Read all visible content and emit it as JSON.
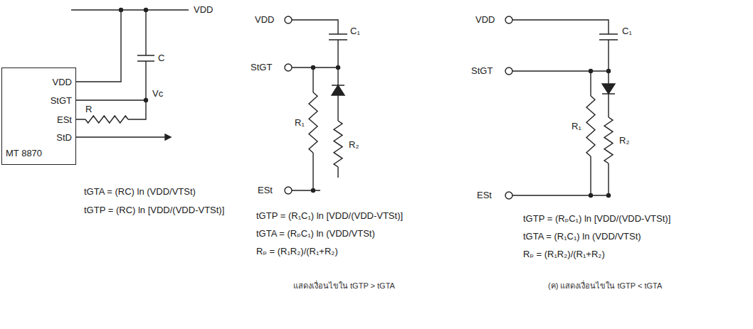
{
  "diagram": {
    "nodes": [
      {
        "text": [
          "VDD",
          "StGT",
          "ESt",
          "StD",
          "MT 8870"
        ]
      }
    ],
    "labels": [
      "VDD",
      "C",
      "Vc",
      "R",
      "tGTA = (RC) ln (VDD/VTSt)",
      "tGTP = (RC) ln [VDD/(VDD-VTSt)]",
      "VDD",
      "C₁",
      "StGT",
      "R₁",
      "R₂",
      "ESt",
      "tGTP = (R₁C₁) ln [VDD/(VDD-VTSt)]",
      "tGTA = (RₚC₁) ln (VDD/VTSt)",
      "Rₚ = (R₁R₂)/(R₁+R₂)",
      "แสดงเงื่อนไขใน tGTP > tGTA",
      "VDD",
      "C₁",
      "StGT",
      "R₁",
      "R₂",
      "ESt",
      "tGTP = (RₚC₁) ln [VDD/(VDD-VTSt)]",
      "tGTA = (R₁C₁) ln (VDD/VTSt)",
      "Rₚ = (R₁R₂)/(R₁+R₂)",
      "(ค) แสดงเงื่อนไขใน tGTP < tGTA"
    ]
  }
}
